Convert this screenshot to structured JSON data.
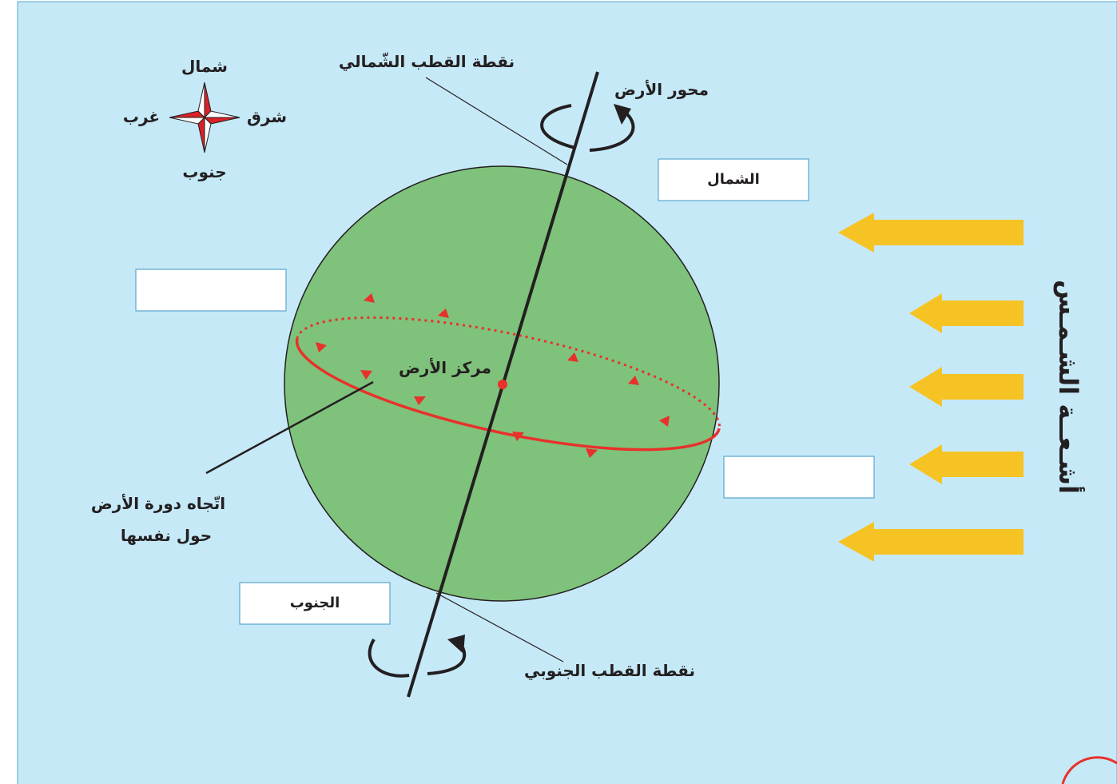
{
  "compass": {
    "north": "شمال",
    "south": "جنوب",
    "east": "شرق",
    "west": "غرب"
  },
  "labels": {
    "north_pole_point": "نقطة القطب الشّمالي",
    "earth_axis": "محور الأرض",
    "earth_center": "مركز الأرض",
    "rotation_direction_line1": "اتّجاه دورة الأرض",
    "rotation_direction_line2": "حول نفسها",
    "south_pole_point": "نقطة القطب الجنوبي",
    "sun_rays": "أشـعــة الشـمـس"
  },
  "boxes": {
    "north": "الشمال",
    "south": "الجنوب",
    "west": "",
    "east": ""
  },
  "colors": {
    "background": "#c6e9f8",
    "earth": "#7fc27b",
    "equator": "#e8312a",
    "sun_arrow": "#f6c325",
    "compass_red": "#d72229"
  }
}
